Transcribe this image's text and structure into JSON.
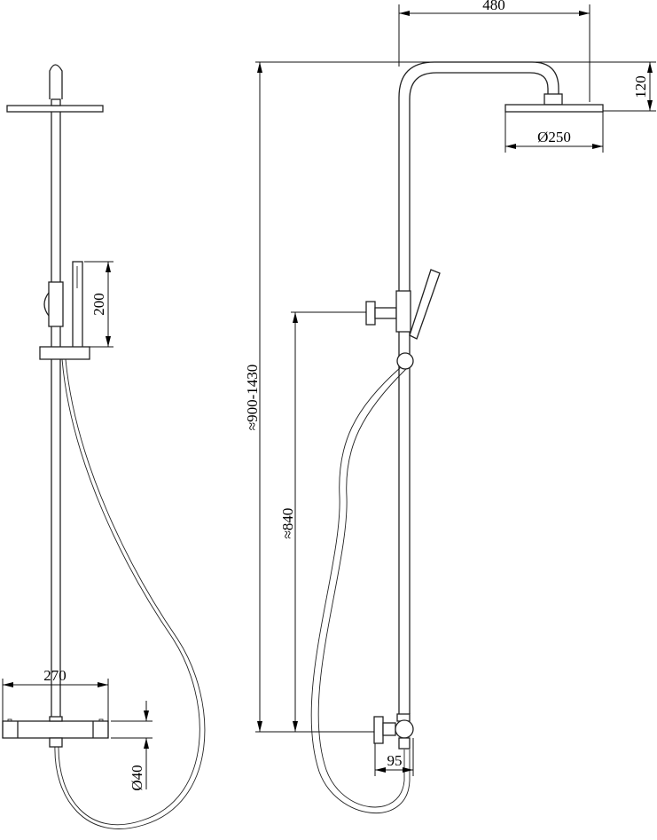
{
  "dimensions": {
    "width_480": "480",
    "head_height_120": "120",
    "head_diameter": "Ø250",
    "total_height": "≈900-1430",
    "outlet_height": "≈840",
    "handshower_200": "200",
    "thermostat_width": "270",
    "thermostat_diameter": "Ø40",
    "wall_offset": "95"
  },
  "colors": {
    "line": "#222222",
    "background": "#ffffff"
  }
}
